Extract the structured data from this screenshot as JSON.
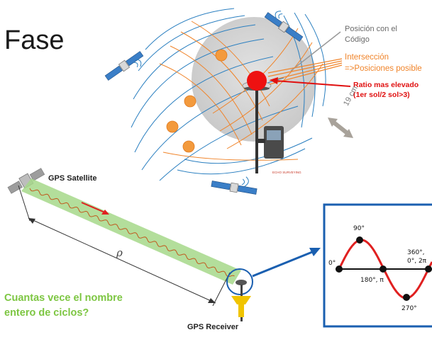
{
  "title": "Fase",
  "annotations": {
    "code_position_line1": "Posición con el",
    "code_position_line2": "Código",
    "intersection_line1": "Intersección",
    "intersection_line2": "=>Posiciones posible",
    "ratio_line1": "Ratio mas elevado",
    "ratio_line2": "(1er sol/2 sol>3)",
    "distance": "19 cm",
    "antenna_tag": "ECHO SURVEYING"
  },
  "bottom": {
    "satellite_label": "GPS Satellite",
    "receiver_label": "GPS Receiver",
    "range_symbol": "ρ",
    "question_line1": "Cuantas vece el nombre",
    "question_line2": "entero de ciclos?"
  },
  "phase_inset": {
    "angle_90": "90°",
    "angle_0": "0°",
    "angle_180": "180°, π",
    "angle_360_line1": "360°,",
    "angle_360_line2": "0°, 2π",
    "angle_270": "270°"
  },
  "colors": {
    "intersection_orange": "#f0842a",
    "best_red": "#e01010",
    "signal_band_green": "#a6d88a",
    "inset_frame_blue": "#1a5fb0",
    "wave_red": "#e02020",
    "question_green": "#7dc642"
  }
}
